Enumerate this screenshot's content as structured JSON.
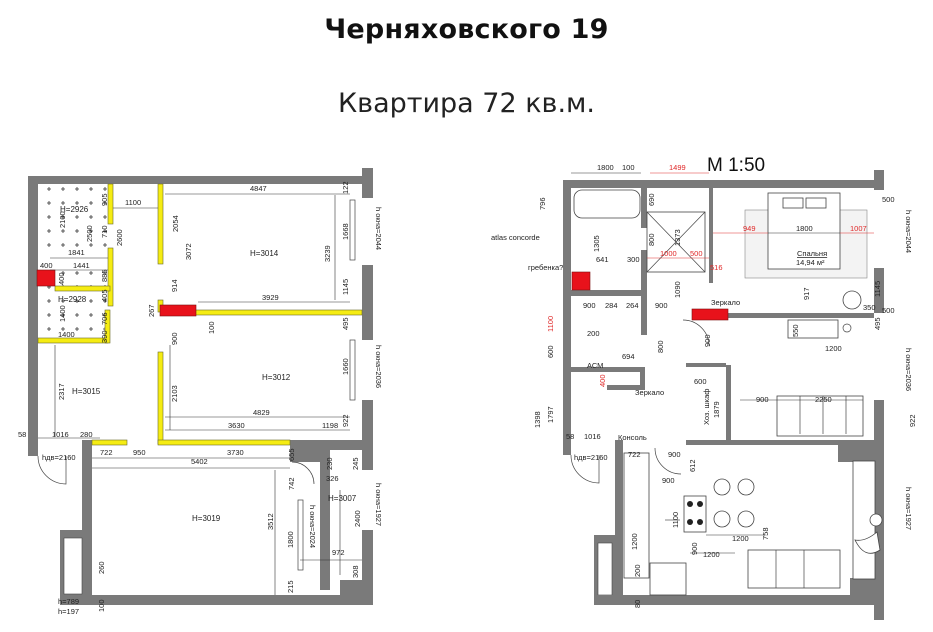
{
  "header": {
    "title": "Черняховского 19",
    "subtitle": "Квартира 72 кв.м."
  },
  "colors": {
    "wall": "#7a7a7a",
    "new_partition": "#f5ec12",
    "demolish": "#e8121b",
    "red_dims": "#e02828"
  },
  "plan_left": {
    "heights": {
      "bath": "H=2926",
      "wc": "H=2928",
      "bedroom": "H=3014",
      "hall": "H=3015",
      "living": "H=3012",
      "kitchen": "H=3019",
      "loggia": "H=3007"
    },
    "windows": {
      "bedroom": "h окна=2044",
      "living": "h окна=2036",
      "kitchen": "h окна=1927",
      "kitchen_inner": "h окна=2024"
    },
    "door_height": "hдв=2160",
    "sockets": [
      "h=789",
      "h=197"
    ],
    "dims": {
      "d1100": "1100",
      "d2100": "2100",
      "d2500": "2500",
      "d710": "710",
      "d2600": "2600",
      "d1841": "1841",
      "d1441": "1441",
      "d400a": "400",
      "d400b": "400",
      "d885": "885",
      "d905": "905",
      "d405": "405",
      "d706": "706",
      "d390": "390",
      "d1400a": "1400",
      "d1400b": "1400",
      "d2054": "2054",
      "d3072": "3072",
      "d914": "914",
      "d267": "267",
      "d900": "900",
      "d100": "100",
      "d4847": "4847",
      "d3239": "3239",
      "d1668": "1668",
      "d122": "122",
      "d3929": "3929",
      "d1145": "1145",
      "d495": "495",
      "d2317": "2317",
      "d2103": "2103",
      "d1660": "1660",
      "d4829": "4829",
      "d3630": "3630",
      "d1198": "1198",
      "d922": "922",
      "d58": "58",
      "d1016": "1016",
      "d280": "280",
      "d722": "722",
      "d950": "950",
      "d3730": "3730",
      "d5402": "5402",
      "d655": "655",
      "d742": "742",
      "d326": "326",
      "d230": "230",
      "d245": "245",
      "d3512": "3512",
      "d1800": "1800",
      "d2400": "2400",
      "d972": "972",
      "d308": "308",
      "d215": "215",
      "d260": "260",
      "d100b": "100"
    }
  },
  "plan_right": {
    "scale": "M 1:50",
    "labels": {
      "tile": "atlas concorde",
      "manifold": "гребенка?",
      "mirror1": "Зеркало",
      "mirror2": "Зеркало",
      "washer": "АСМ",
      "console": "Консоль",
      "closet": "Хоз. шкаф",
      "bedroom": "Спальня",
      "bedroom_area": "14,94 м²",
      "door_height": "hдв=2160"
    },
    "windows": {
      "bedroom": "h окна=2044",
      "living": "h окна=2036",
      "kitchen": "h окна=1927"
    },
    "dims": {
      "d1800": "1800",
      "d100": "100",
      "d796": "796",
      "d690": "690",
      "d1305": "1305",
      "d641": "641",
      "d300": "300",
      "d800a": "800",
      "d1373": "1373",
      "d1090": "1090",
      "d900a": "900",
      "d284a": "284",
      "d264": "264",
      "d200": "200",
      "d800b": "800",
      "d694": "694",
      "d600a": "600",
      "d900b": "900",
      "d600b": "600",
      "d1879": "1879",
      "d1797": "1797",
      "d1398": "1398",
      "d58": "58",
      "d1016": "1016",
      "d722": "722",
      "d900c": "900",
      "d900d": "900",
      "d1100": "1100",
      "d612": "612",
      "d1200a": "1200",
      "d1200b": "1200",
      "d1200c": "1200",
      "d900e": "900",
      "d758": "758",
      "d200b": "200",
      "d80": "80",
      "d1800b": "1800",
      "d917": "917",
      "d1145": "1145",
      "d350": "350",
      "d500a": "500",
      "d500b": "500",
      "d550": "550",
      "d1200d": "1200",
      "d495": "495",
      "d900f": "900",
      "d2250": "2250",
      "d922": "922"
    },
    "red_dims": {
      "d1499": "1499",
      "d1000": "1000",
      "d500": "500",
      "d516": "516",
      "d949": "949",
      "d1007": "1007",
      "d1100": "1100",
      "d400": "400"
    }
  }
}
